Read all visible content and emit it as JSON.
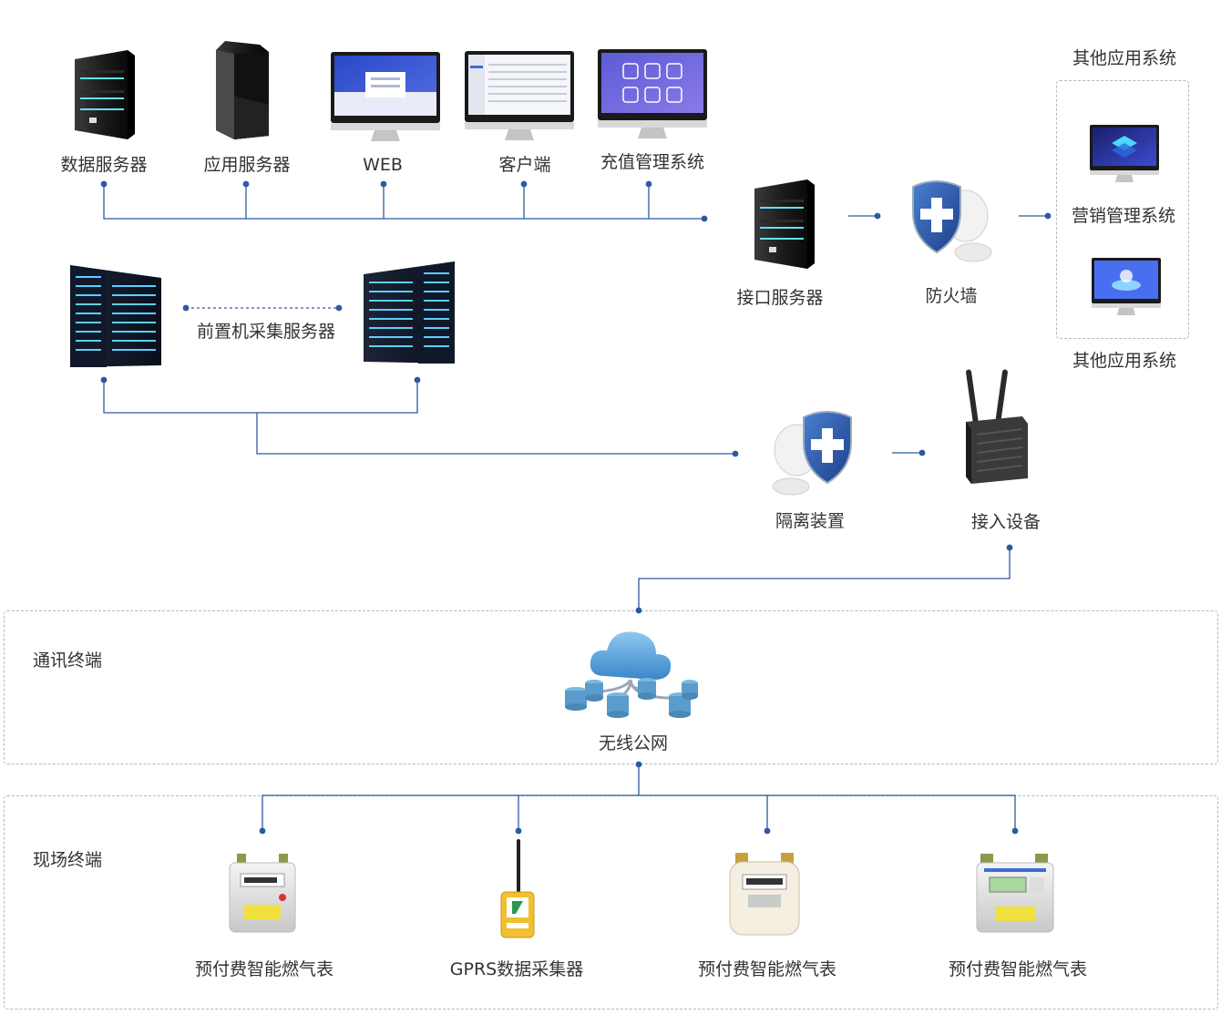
{
  "top_row": [
    "数据服务器",
    "应用服务器",
    "WEB",
    "客户端",
    "充值管理系统"
  ],
  "interface_server": "接口服务器",
  "firewall": "防火墙",
  "other_apps": {
    "top_title": "其他应用系统",
    "middle": "营销管理系统",
    "bottom_title": "其他应用系统"
  },
  "front_servers": "前置机采集服务器",
  "isolation": "隔离装置",
  "access_device": "接入设备",
  "comm_section": {
    "title": "通讯终端",
    "network": "无线公网"
  },
  "field_section": {
    "title": "现场终端",
    "devices": [
      "预付费智能燃气表",
      "GPRS数据采集器",
      "预付费智能燃气表",
      "预付费智能燃气表"
    ]
  },
  "colors": {
    "line": "#2c5aa0",
    "dot": "#2c5aa0",
    "box_border": "#b8b8b8"
  }
}
